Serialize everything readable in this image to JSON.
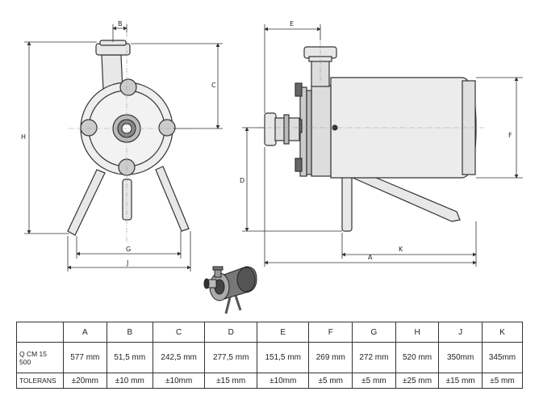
{
  "drawing": {
    "dims": {
      "B": "B",
      "C": "C",
      "H": "H",
      "G": "G",
      "J": "J",
      "E": "E",
      "F": "F",
      "D": "D",
      "K": "K",
      "A": "A"
    }
  },
  "table": {
    "headers": [
      "A",
      "B",
      "C",
      "D",
      "E",
      "F",
      "G",
      "H",
      "J",
      "K"
    ],
    "model_label": "Q CM 15\n500",
    "values": [
      "577 mm",
      "51,5 mm",
      "242,5 mm",
      "277,5 mm",
      "151,5 mm",
      "269 mm",
      "272 mm",
      "520 mm",
      "350mm",
      "345mm"
    ],
    "tolerance_label": "TOLERANS",
    "tolerances": [
      "±20mm",
      "±10 mm",
      "±10mm",
      "±15 mm",
      "±10mm",
      "±5 mm",
      "±5 mm",
      "±25 mm",
      "±15 mm",
      "±5 mm"
    ]
  }
}
